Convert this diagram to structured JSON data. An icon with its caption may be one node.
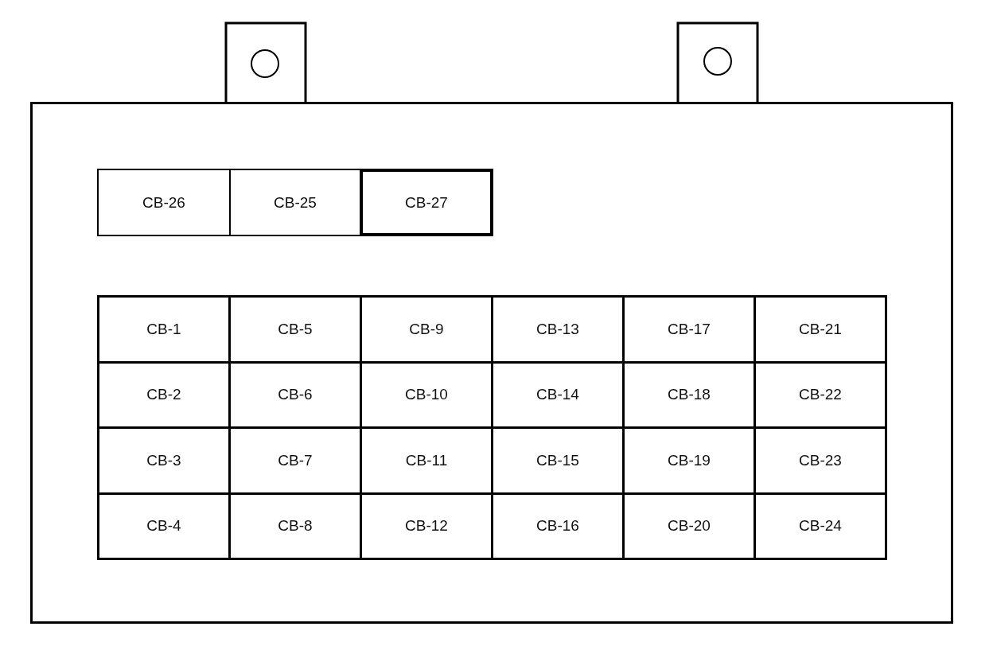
{
  "diagram": {
    "nodes": [
      {
        "text": [],
        "shape": "box"
      },
      {
        "text": [
          "CB-26"
        ],
        "in": 0
      },
      {
        "text": [
          "CB-25"
        ],
        "in": 0
      },
      {
        "text": [
          "CB-27"
        ],
        "in": 0
      },
      {
        "text": [
          "CB-1"
        ],
        "in": 0
      },
      {
        "text": [
          "CB-5"
        ],
        "in": 0
      },
      {
        "text": [
          "CB-9"
        ],
        "in": 0
      },
      {
        "text": [
          "CB-13"
        ],
        "in": 0
      },
      {
        "text": [
          "CB-17"
        ],
        "in": 0
      },
      {
        "text": [
          "CB-21"
        ],
        "in": 0
      },
      {
        "text": [
          "CB-2"
        ],
        "in": 0
      },
      {
        "text": [
          "CB-6"
        ],
        "in": 0
      },
      {
        "text": [
          "CB-10"
        ],
        "in": 0
      },
      {
        "text": [
          "CB-14"
        ],
        "in": 0
      },
      {
        "text": [
          "CB-18"
        ],
        "in": 0
      },
      {
        "text": [
          "CB-22"
        ],
        "in": 0
      },
      {
        "text": [
          "CB-3"
        ],
        "in": 0
      },
      {
        "text": [
          "CB-7"
        ],
        "in": 0
      },
      {
        "text": [
          "CB-11"
        ],
        "in": 0
      },
      {
        "text": [
          "CB-15"
        ],
        "in": 0
      },
      {
        "text": [
          "CB-19"
        ],
        "in": 0
      },
      {
        "text": [
          "CB-23"
        ],
        "in": 0
      },
      {
        "text": [
          "CB-4"
        ],
        "in": 0
      },
      {
        "text": [
          "CB-8"
        ],
        "in": 0
      },
      {
        "text": [
          "CB-12"
        ],
        "in": 0
      },
      {
        "text": [
          "CB-16"
        ],
        "in": 0
      },
      {
        "text": [
          "CB-20"
        ],
        "in": 0
      },
      {
        "text": [
          "CB-24"
        ],
        "in": 0
      }
    ],
    "edges": []
  }
}
